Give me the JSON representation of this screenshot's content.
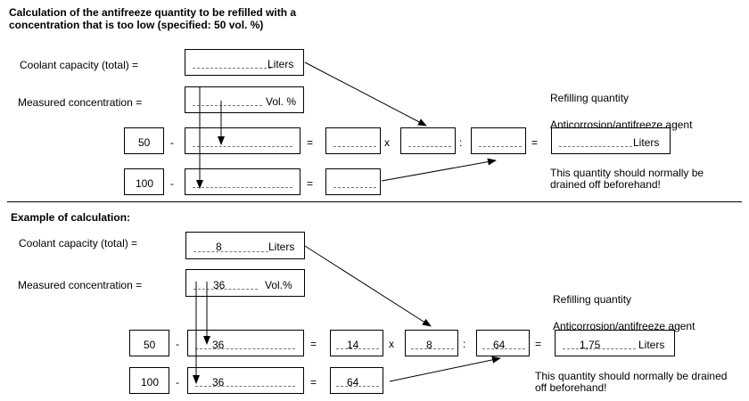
{
  "section1": {
    "title": "Calculation of the antifreeze quantity to be refilled with a concentration that is too low (specified: 50 vol. %)",
    "coolant_label": "Coolant capacity (total) =",
    "coolant_unit": "Liters",
    "measured_label": "Measured concentration =",
    "measured_unit": "Vol. %",
    "row1_const": "50",
    "row2_const": "100",
    "minus": "-",
    "equals": "=",
    "times": "x",
    "divide": ":",
    "result_unit": "Liters",
    "refill_label": "Refilling quantity",
    "agent_label": "Anticorrosion/antifreeze agent",
    "drain_note": "This quantity should normally be drained off beforehand!"
  },
  "section2": {
    "title": "Example of calculation:",
    "coolant_label": "Coolant capacity (total) =",
    "coolant_value": "8",
    "coolant_unit": "Liters",
    "measured_label": "Measured concentration =",
    "measured_value": "36",
    "measured_unit": "Vol.%",
    "row1_const": "50",
    "row1_sub": "36",
    "row1_diff": "14",
    "row1_mult": "8",
    "row1_div": "64",
    "row1_result": "1,75",
    "result_unit": "Liters",
    "row2_const": "100",
    "row2_sub": "36",
    "row2_diff": "64",
    "minus": "-",
    "equals": "=",
    "times": "x",
    "divide": ":",
    "refill_label": "Refilling quantity",
    "agent_label": "Anticorrosion/antifreeze agent",
    "drain_note": "This quantity should normally be drained off beforehand!"
  }
}
